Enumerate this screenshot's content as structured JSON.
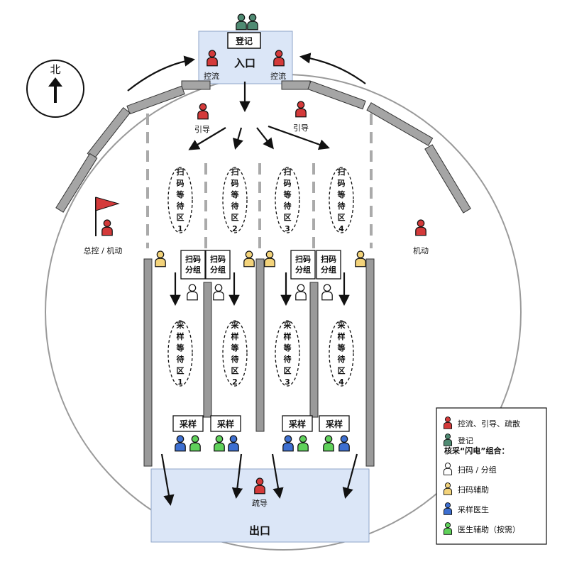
{
  "compass": {
    "label": "北"
  },
  "entrance": {
    "label": "入口",
    "register_label": "登记"
  },
  "exit": {
    "label": "出口"
  },
  "roles": {
    "control_left": "控流",
    "control_right": "控流",
    "guide_left": "引导",
    "guide_right": "引导",
    "commander": "总控 / 机动",
    "mobile": "机动",
    "evacuate": "疏导"
  },
  "scan_zones": [
    {
      "text": "扫码等待区1"
    },
    {
      "text": "扫码等待区2"
    },
    {
      "text": "扫码等待区3"
    },
    {
      "text": "扫码等待区4"
    }
  ],
  "sample_zones": [
    {
      "text": "采样等待区1"
    },
    {
      "text": "采样等待区2"
    },
    {
      "text": "采样等待区3"
    },
    {
      "text": "采样等待区4"
    }
  ],
  "scan_tables": [
    "扫码\n分组",
    "扫码\n分组",
    "扫码\n分组",
    "扫码\n分组"
  ],
  "sample_tables": [
    "采样",
    "采样",
    "采样",
    "采样"
  ],
  "legend": {
    "items": [
      {
        "label": "控流、引导、疏散",
        "color": "#d43a3a"
      },
      {
        "label": "登记",
        "color": "#4f8a72"
      }
    ],
    "group_title": "核采“闪电”组合：",
    "group_items": [
      {
        "label": "扫码 / 分组",
        "color": "#ffffff"
      },
      {
        "label": "扫码辅助",
        "color": "#f3d37a"
      },
      {
        "label": "采样医生",
        "color": "#3d6fd1"
      },
      {
        "label": "医生辅助（按需）",
        "color": "#5fd15a"
      }
    ]
  },
  "colors": {
    "red": "#d43a3a",
    "teal": "#4f8a72",
    "yellow": "#f3d37a",
    "blue": "#3d6fd1",
    "green": "#5fd15a",
    "zone_fill": "#dbe6f7",
    "wall": "#9a9a9a"
  }
}
